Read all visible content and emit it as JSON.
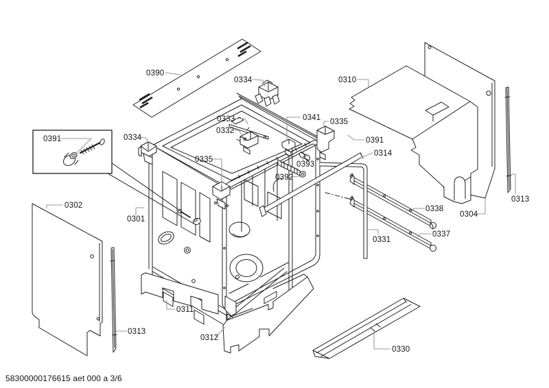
{
  "diagram": {
    "type": "exploded-parts-diagram",
    "footer": "58300000176615 aet 000 a 3/6",
    "colors": {
      "background": "#ffffff",
      "line": "#1f1f1f",
      "leader_line": "#9a9a9a",
      "text": "#111111"
    },
    "callouts": {
      "c0390": "0390",
      "c0334_top": "0334",
      "c0310": "0310",
      "c0333": "0333",
      "c0332": "0332",
      "c0341": "0341",
      "c0335_right": "0335",
      "c0391_right": "0391",
      "c0314": "0314",
      "c0393": "0393",
      "c0392": "0392",
      "c0335_left": "0335",
      "c0334_left": "0334",
      "c0391_box": "0391",
      "c0302": "0302",
      "c0301": "0301",
      "c0313_left": "0313",
      "c0311": "0311",
      "c0312": "0312",
      "c0338": "0338",
      "c0304": "0304",
      "c0313_right": "0313",
      "c0337": "0337",
      "c0331": "0331",
      "c0330": "0330"
    }
  }
}
